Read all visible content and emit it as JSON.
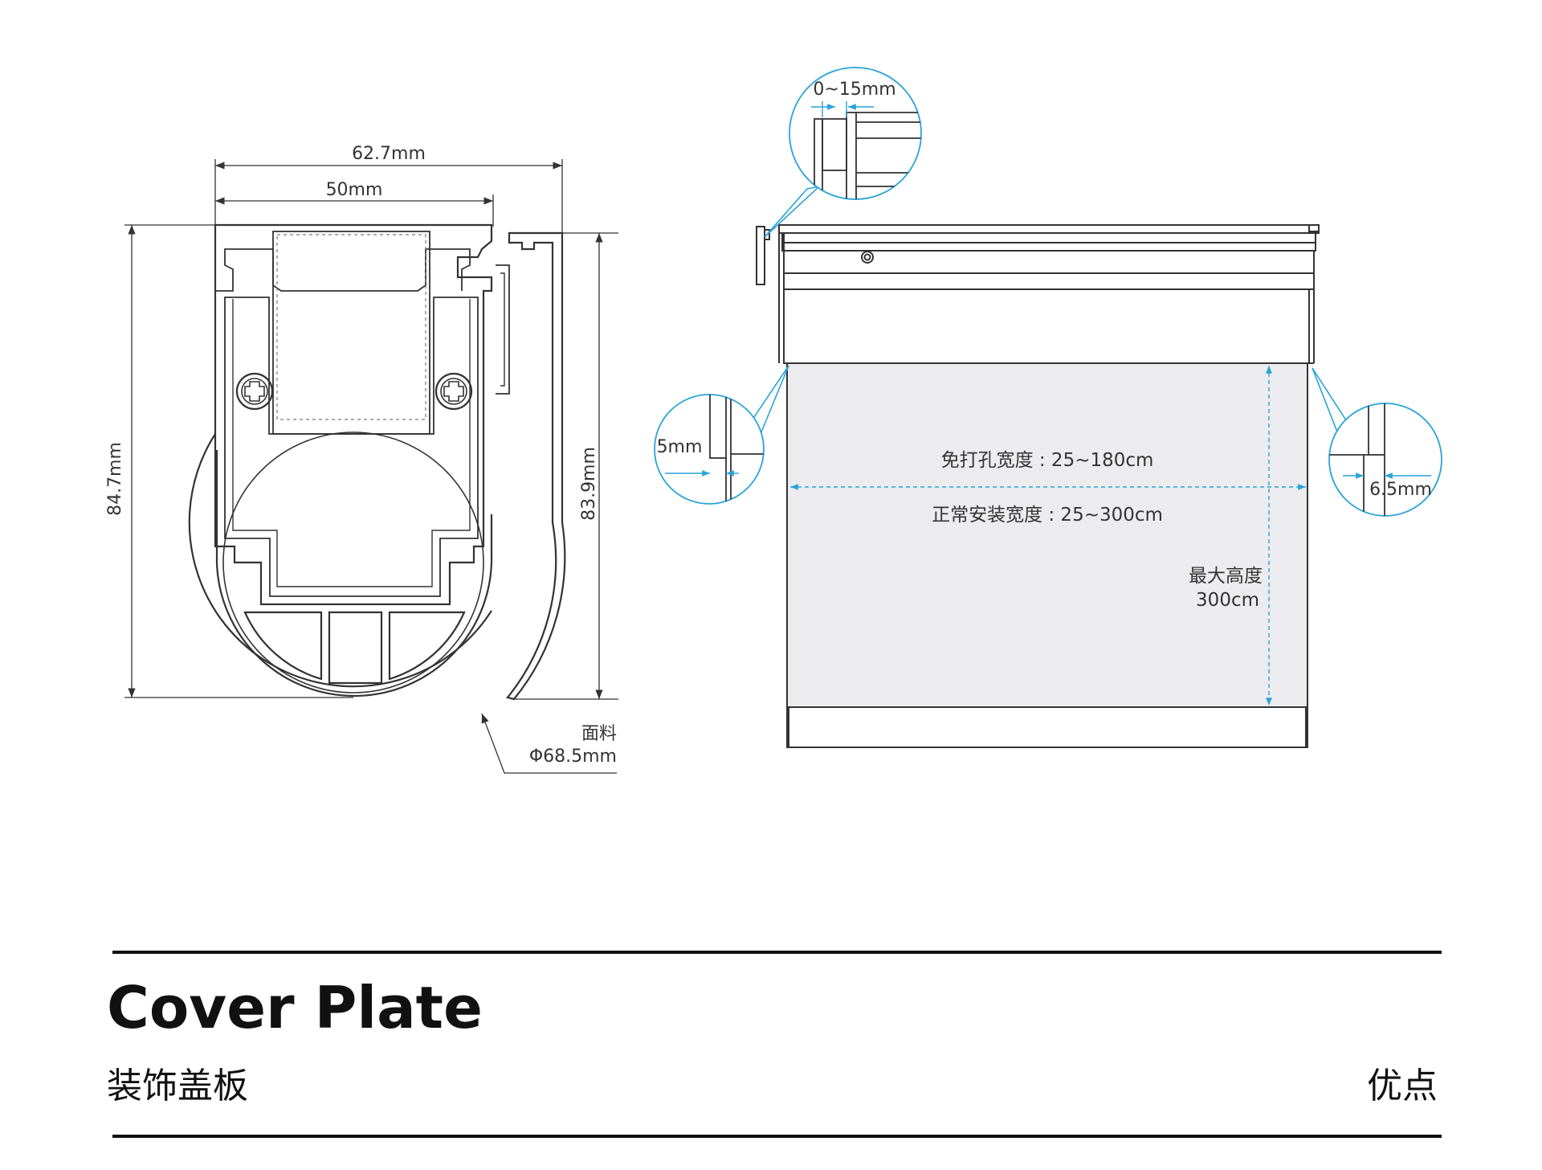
{
  "colors": {
    "line": "#333333",
    "accent": "#29a3d8",
    "fabric": "#ececee",
    "text": "#111111"
  },
  "profile": {
    "dim_overall_width": "62.7mm",
    "dim_inner_width": "50mm",
    "dim_left_height": "84.7mm",
    "dim_right_height": "83.9mm",
    "fabric_label": "面料",
    "fabric_diameter": "Φ68.5mm"
  },
  "front": {
    "detail_top_gap": "0~15mm",
    "detail_left_gap": "5mm",
    "detail_right_gap": "6.5mm",
    "width_no_drill": "免打孔宽度 : 25~180cm",
    "width_normal": "正常安装宽度 : 25~300cm",
    "max_height_label": "最大高度",
    "max_height_value": "300cm"
  },
  "caption": {
    "title": "Cover Plate",
    "subtitle": "装饰盖板",
    "advantage": "优点"
  }
}
